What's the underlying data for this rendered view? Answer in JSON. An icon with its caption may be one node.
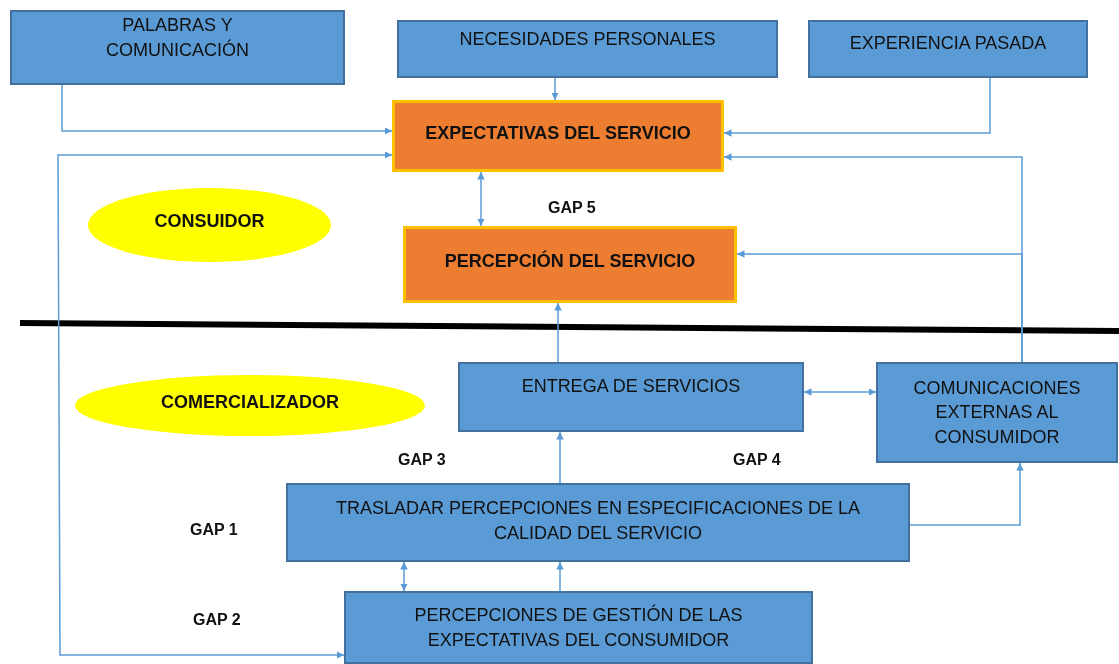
{
  "diagram": {
    "nodes": [
      {
        "text": [
          "PALABRAS Y COMUNICACIÓN"
        ]
      },
      {
        "text": [
          "NECESIDADES PERSONALES"
        ]
      },
      {
        "text": [
          "EXPERIENCIA PASADA"
        ]
      },
      {
        "text": [
          "EXPECTATIVAS DEL SERVICIO"
        ]
      },
      {
        "text": [
          "PERCEPCIÓN DEL SERVICIO"
        ]
      },
      {
        "text": [
          "CONSUIDOR"
        ]
      },
      {
        "text": [
          "COMERCIALIZADOR"
        ]
      },
      {
        "text": [
          "ENTREGA DE SERVICIOS"
        ]
      },
      {
        "text": [
          "COMUNICACIONES EXTERNAS AL CONSUMIDOR"
        ]
      },
      {
        "text": [
          "TRASLADAR PERCEPCIONES EN ESPECIFICACIONES DE LA CALIDAD DEL SERVICIO"
        ]
      },
      {
        "text": [
          "PERCEPCIONES DE GESTIÓN DE LAS EXPECTATIVAS DEL CONSUMIDOR"
        ]
      }
    ],
    "edges": [
      {
        "from": 0,
        "to": 3,
        "arrow": "to"
      },
      {
        "from": 1,
        "to": 3,
        "arrow": "to"
      },
      {
        "from": 2,
        "to": 3,
        "arrow": "to"
      },
      {
        "from": 3,
        "to": 10,
        "arrow": "both"
      },
      {
        "from": 8,
        "to": 3,
        "arrow": "to"
      },
      {
        "from": 8,
        "to": 4,
        "arrow": "to"
      },
      {
        "from": 3,
        "to": 4,
        "arrow": "both"
      },
      {
        "from": 7,
        "to": 4,
        "arrow": "to"
      },
      {
        "from": 7,
        "to": 8,
        "arrow": "both"
      },
      {
        "from": 9,
        "to": 7,
        "arrow": "to"
      },
      {
        "from": 9,
        "to": 8,
        "arrow": "to"
      },
      {
        "from": 10,
        "to": 9,
        "arrow": "both"
      },
      {
        "from": 10,
        "to": 9,
        "arrow": "to"
      }
    ],
    "labels": [
      "GAP 5",
      "GAP 3",
      "GAP 4",
      "GAP 1",
      "GAP 2"
    ]
  }
}
